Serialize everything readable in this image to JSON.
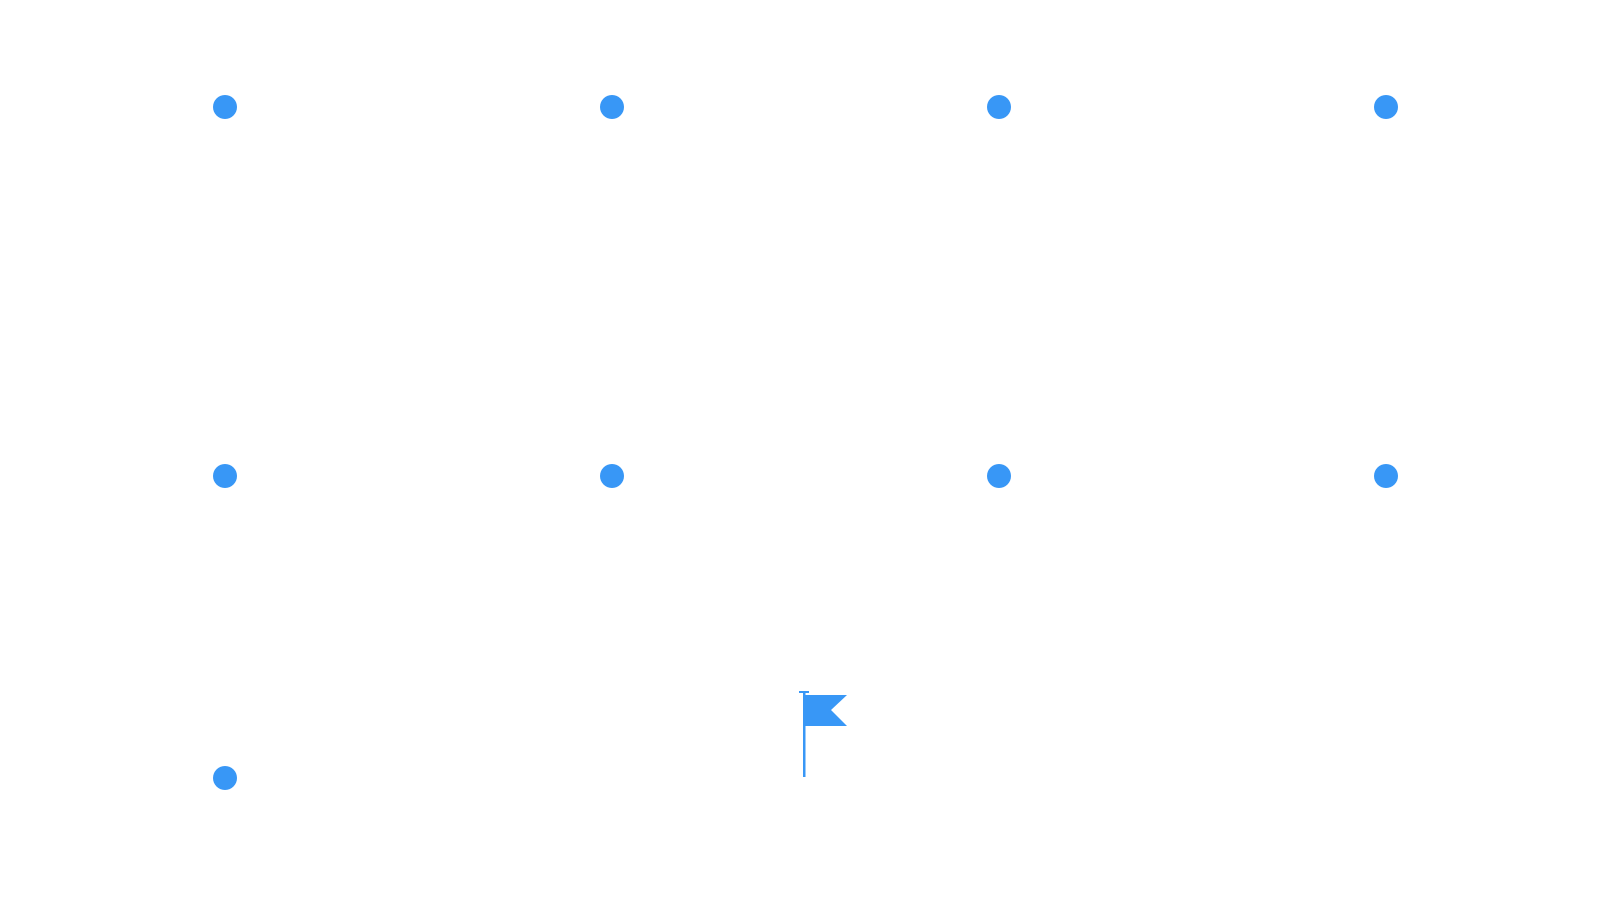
{
  "colors": {
    "accent": "#3897f6",
    "background": "#ffffff"
  },
  "nodes": [
    {
      "id": "dot-1",
      "icon": "dot"
    },
    {
      "id": "dot-2",
      "icon": "dot"
    },
    {
      "id": "dot-3",
      "icon": "dot"
    },
    {
      "id": "dot-4",
      "icon": "dot"
    },
    {
      "id": "dot-5",
      "icon": "dot"
    },
    {
      "id": "dot-6",
      "icon": "dot"
    },
    {
      "id": "dot-7",
      "icon": "dot"
    },
    {
      "id": "dot-8",
      "icon": "dot"
    },
    {
      "id": "dot-9",
      "icon": "dot"
    }
  ],
  "goal": {
    "icon": "flag-icon"
  }
}
